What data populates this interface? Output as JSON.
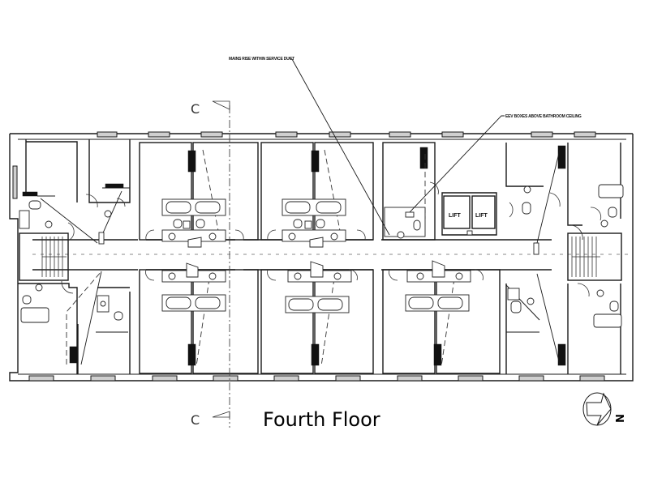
{
  "drawing": {
    "title": "Fourth Floor",
    "annotations": [
      {
        "id": "mains-rise",
        "text": "MAINS RISE WITHIN SERVICE DUCT"
      },
      {
        "id": "eev-boxes",
        "text": "EEV BOXES ABOVE BATHROOM CEILING"
      }
    ],
    "section_marker": {
      "top_label": "C",
      "bottom_label": "C"
    },
    "lifts": [
      {
        "label": "LIFT"
      },
      {
        "label": "LIFT"
      }
    ],
    "north_arrow": {
      "label": "N",
      "icon": "north-arrow-icon"
    },
    "colors": {
      "line": "#1a1a1a",
      "background": "#ffffff",
      "window_fill": "#cfcfcf"
    }
  }
}
